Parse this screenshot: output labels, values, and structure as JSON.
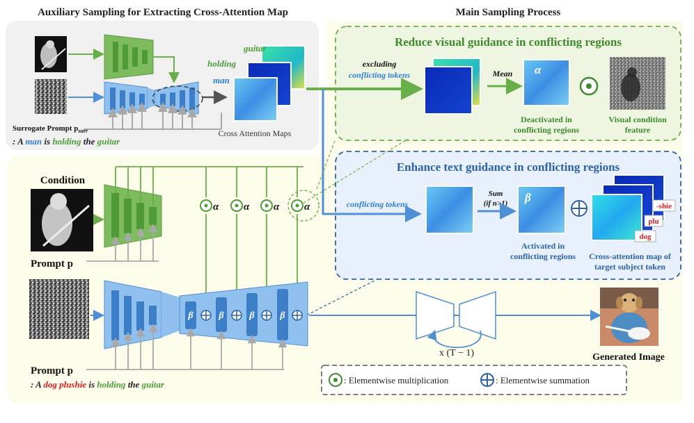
{
  "headings": {
    "aux": "Auxiliary Sampling for Extracting Cross-Attention Map",
    "main": "Main Sampling Process"
  },
  "aux_panel": {
    "surrogate_label": "Surrogate Prompt p",
    "surrogate_sub": "surr",
    "prompt_prefix": ": A ",
    "prompt_words": [
      {
        "text": "man",
        "color": "#2f7fd6"
      },
      {
        "text": " is ",
        "color": "#222222"
      },
      {
        "text": "holding",
        "color": "#4a9e3a"
      },
      {
        "text": " the ",
        "color": "#222222"
      },
      {
        "text": "guitar",
        "color": "#4a9e3a"
      }
    ],
    "token_labels": [
      {
        "text": "guitar",
        "color": "#4a9e3a"
      },
      {
        "text": "holding",
        "color": "#4a9e3a"
      },
      {
        "text": "man",
        "color": "#2f7fd6"
      }
    ],
    "maps_caption": "Cross Attention Maps"
  },
  "reduce_box": {
    "title": "Reduce visual guidance in conflicting regions",
    "excluding": "excluding",
    "conflicting_tokens": "conflicting tokens",
    "mean": "Mean",
    "alpha": "α",
    "deactivated": [
      "Deactivated in",
      "conflicting regions"
    ],
    "visual_feature": [
      "Visual condition",
      "feature"
    ]
  },
  "enhance_box": {
    "title": "Enhance text guidance in conflicting regions",
    "conflicting_tokens": "conflicting tokens",
    "sum": "Sum",
    "sum_cond": "(if n>1)",
    "beta": "β",
    "activated": [
      "Activated in",
      "conflicting regions"
    ],
    "crossattn": [
      "Cross-attention map of",
      "target subject token"
    ],
    "target_tokens": [
      "-shie",
      "plu",
      "dog"
    ]
  },
  "main_panel": {
    "condition": "Condition",
    "prompt_label": "Prompt p",
    "prompt_label2": "Prompt p",
    "alpha_symbol": "α",
    "beta_symbol": "β",
    "loop_label": "x (T − 1)",
    "generated": "Generated Image",
    "prompt_prefix": ": A ",
    "prompt_words": [
      {
        "text": "dog plushie",
        "color": "#e02020"
      },
      {
        "text": " is ",
        "color": "#222222"
      },
      {
        "text": "holding",
        "color": "#4a9e3a"
      },
      {
        "text": " the ",
        "color": "#222222"
      },
      {
        "text": "guitar",
        "color": "#4a9e3a"
      }
    ]
  },
  "legend": {
    "mult": ": Elementwise multiplication",
    "sum": ": Elementwise summation"
  },
  "colors": {
    "green": "#6aae4a",
    "green_dark": "#3f8a2c",
    "blue": "#4f8fd4",
    "blue_dark": "#2c62a6",
    "gray_arrow": "#a8a8a8"
  }
}
